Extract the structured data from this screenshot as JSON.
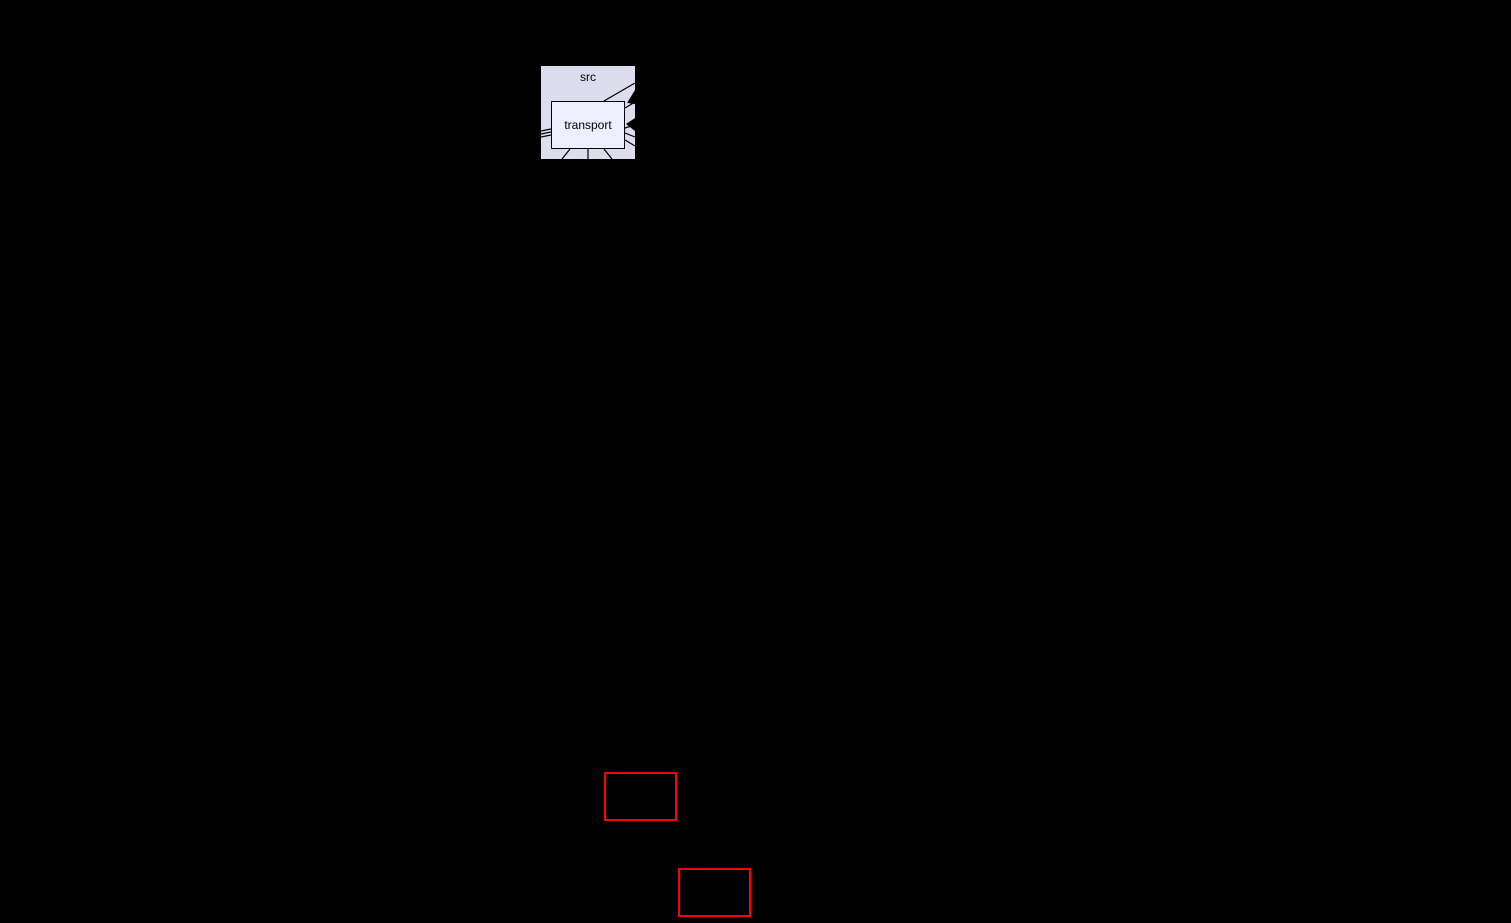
{
  "graph": {
    "type": "directory-dependency-graph",
    "background": "#000000",
    "cluster": {
      "label": "src",
      "fill": "#dddded"
    },
    "nodes": [
      {
        "id": "transport",
        "label": "transport",
        "fill": "#eeeeff",
        "border": "#000000"
      },
      {
        "id": "external-1",
        "label": "",
        "border": "#ff0000"
      },
      {
        "id": "external-2",
        "label": "",
        "border": "#ff0000"
      }
    ]
  }
}
